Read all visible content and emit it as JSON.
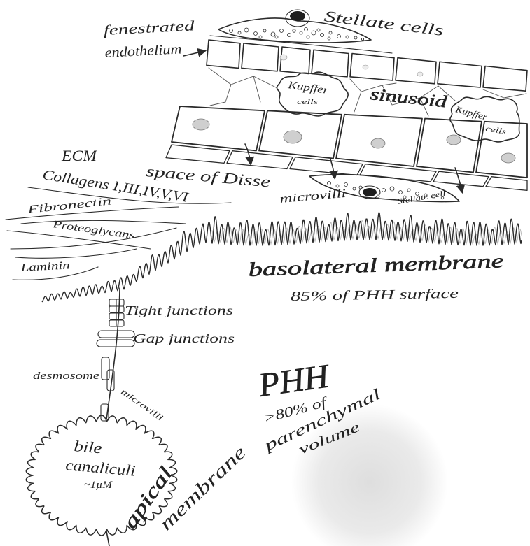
{
  "labels": {
    "stellate_cells": "Stellate cells",
    "fenestrated": "fenestrated",
    "endothelium": "endothelium",
    "kupffer_1_line1": "Kupffer",
    "kupffer_1_line2": "cells",
    "sinusoid": "sinusoid",
    "kupffer_2_line1": "Kupffer",
    "kupffer_2_line2": "cells",
    "ecm": "ECM",
    "collagens": "Collagens I,III,IV,V,VI",
    "space_of_disse": "space of Disse",
    "fibronectin": "Fibronectin",
    "proteoglycans": "Proteoglycans",
    "laminin": "Laminin",
    "microvilli_basolateral": "microvilli",
    "stellate_cell": "Stellate cell",
    "basolateral_membrane": "basolateral membrane",
    "basolateral_surface": "85% of PHH surface",
    "tight_junctions": "Tight junctions",
    "gap_junctions": "Gap junctions",
    "desmosome": "desmosome",
    "microvilli_apical": "microvilli",
    "bile": "bile",
    "canaliculi": "canaliculi",
    "canaliculi_size": "~1µM",
    "apical": "apical",
    "membrane": "membrane",
    "phh": "PHH",
    "phh_volume_1": ">80% of",
    "phh_volume_2": "parenchymal",
    "phh_volume_3": "volume"
  },
  "colors": {
    "ink": "#2a2a2a",
    "paper": "#ffffff",
    "nucleus": "#cfcfcf",
    "nucleus_dark": "#1e1e1e",
    "shade": "#dedede"
  }
}
